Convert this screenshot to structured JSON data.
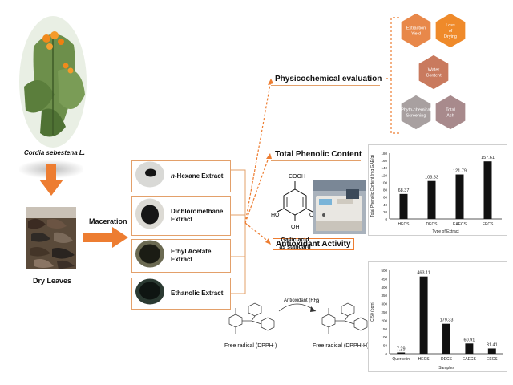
{
  "plant": {
    "name": "Cordia sebestena L."
  },
  "leaves_label": "Dry Leaves",
  "maceration_label": "Maceration",
  "extracts": [
    {
      "prefix": "n",
      "label": "-Hexane Extract"
    },
    {
      "label": "Dichloromethane Extract"
    },
    {
      "label": "Ethyl Acetate Extract"
    },
    {
      "label": "Ethanolic Extract"
    }
  ],
  "sections": {
    "physico": "Physicochemical evaluation",
    "phenolic": "Total Phenolic Content",
    "antioxidant": "Antioxidant Activity"
  },
  "hexagons": [
    {
      "label": "Extraction Yield",
      "color": "#e8884a"
    },
    {
      "label": "Loss of Drying",
      "color": "#ef8a2a"
    },
    {
      "label": "Water Content",
      "color": "#c97a5e"
    },
    {
      "label": "Phyto-chemical Screening",
      "color": "#a8a0a0"
    },
    {
      "label": "Total Ash",
      "color": "#a88a8c"
    }
  ],
  "gallic": {
    "label1": "Gallic acid",
    "label2": "as standard",
    "cooh": "COOH",
    "oh_left": "HO",
    "oh_right": "OH",
    "oh_bottom": "OH"
  },
  "dpph": {
    "reagent": "Antioxidant (RH)",
    "product": "R·",
    "left_label": "Free radical (DPPH·)",
    "right_label": "Free radical (DPPH-H)"
  },
  "colors": {
    "arrow": "#ed7d31",
    "line": "#e3a06a",
    "bar": "#111111"
  },
  "chart_data": [
    {
      "type": "bar",
      "ylabel": "Total Phenolic Content (mg GAE/g)",
      "xlabel": "Type of Extract",
      "categories": [
        "HECS",
        "DECS",
        "EAECS",
        "EECS"
      ],
      "values": [
        68.37,
        103.83,
        121.79,
        157.61
      ],
      "data_labels": [
        "68.37",
        "103.83",
        "121.79",
        "157.61"
      ],
      "ylim": [
        0,
        180
      ],
      "yticks": [
        "0",
        "20",
        "40",
        "60",
        "80",
        "100",
        "120",
        "140",
        "160",
        "180"
      ]
    },
    {
      "type": "bar",
      "ylabel": "IC 50 (ppm)",
      "xlabel": "Samples",
      "categories": [
        "Quercetin",
        "HECS",
        "DECS",
        "EAECS",
        "EECS"
      ],
      "values": [
        7.29,
        463.11,
        179.33,
        60.91,
        31.41
      ],
      "data_labels": [
        "7.29",
        "463.11",
        "179.33",
        "60.91",
        "31.41"
      ],
      "ylim": [
        0,
        500
      ],
      "yticks": [
        "0",
        "50",
        "100",
        "150",
        "200",
        "250",
        "300",
        "350",
        "400",
        "450",
        "500"
      ]
    }
  ]
}
